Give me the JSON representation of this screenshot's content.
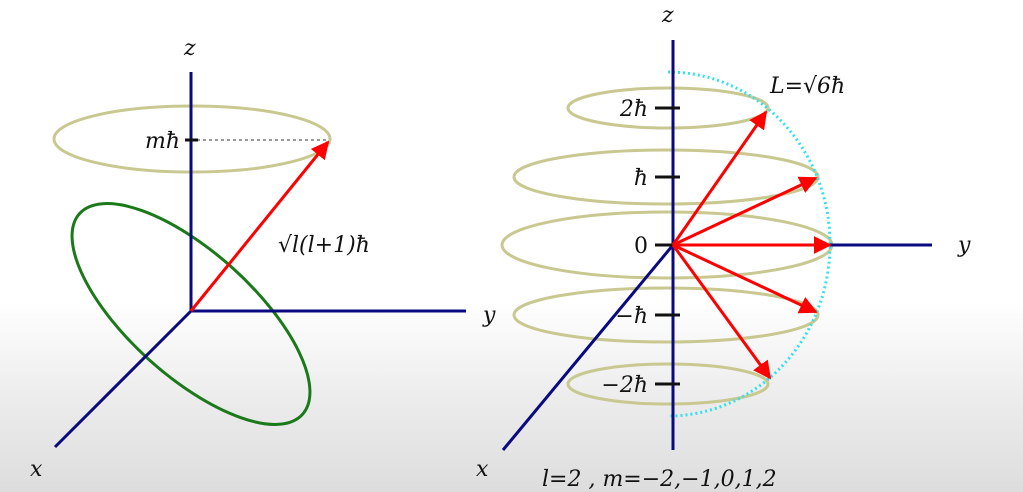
{
  "left_diagram": {
    "axis_z": "z",
    "axis_y": "y",
    "axis_x": "x",
    "projection_label": "mħ",
    "magnitude_label": "√l(l+1)ħ"
  },
  "right_diagram": {
    "axis_z": "z",
    "axis_y": "y",
    "axis_x": "x",
    "magnitude_label": "L=√6ħ",
    "ticks": [
      "2ħ",
      "ħ",
      "0",
      "−ħ",
      "−2ħ"
    ],
    "caption": "l=2 , m=−2,−1,0,1,2"
  },
  "colors": {
    "axis": "#0a0a80",
    "vector": "#ff0000",
    "cone_ring": "#c8c890",
    "precession_ring": "#1a7a1a",
    "sphere": "#33e0ee"
  }
}
